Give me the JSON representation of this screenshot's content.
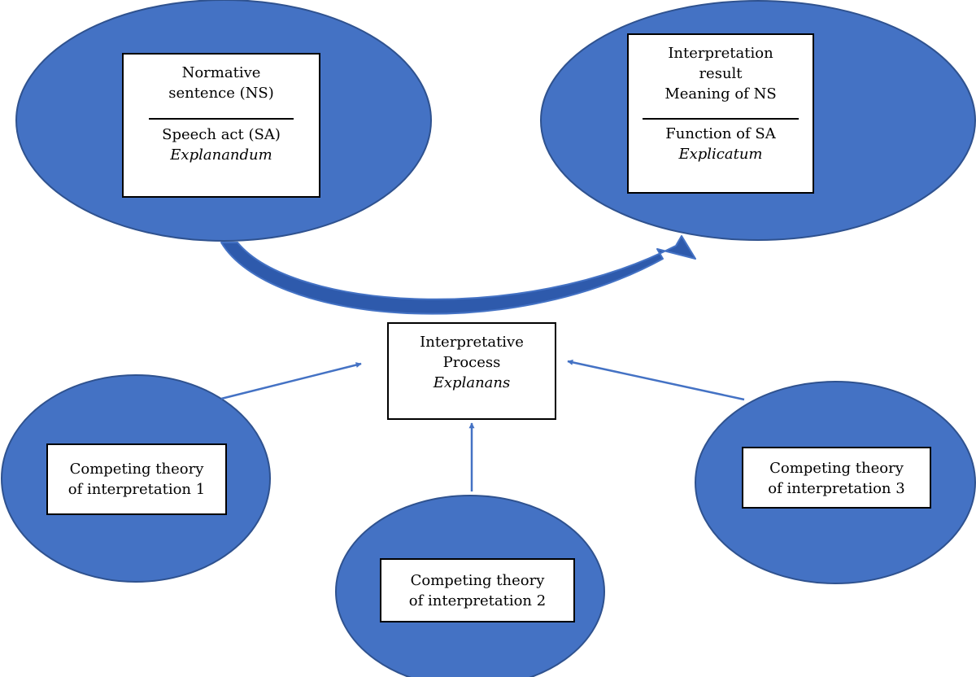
{
  "colors": {
    "ellipse_fill": "#4472C4",
    "ellipse_stroke": "#2F528F",
    "arrow": "#4472C4",
    "curved_arrow_fill": "#2E5AAC",
    "box_fill": "#FFFFFF",
    "box_border": "#000000"
  },
  "nodes": {
    "normative": {
      "top_lines": [
        "Normative",
        "sentence (NS)"
      ],
      "bottom_line": "Speech act (SA)",
      "bottom_italic": "Explanandum"
    },
    "result": {
      "top_lines": [
        "Interpretation",
        "result",
        "Meaning of NS"
      ],
      "bottom_line": "Function of SA",
      "bottom_italic": "Explicatum"
    },
    "process": {
      "lines": [
        "Interpretative",
        "Process"
      ],
      "italic": "Explanans"
    },
    "theory1": {
      "lines": [
        "Competing theory",
        "of interpretation 1"
      ]
    },
    "theory2": {
      "lines": [
        "Competing theory",
        "of interpretation 2"
      ]
    },
    "theory3": {
      "lines": [
        "Competing theory",
        "of interpretation 3"
      ]
    }
  }
}
